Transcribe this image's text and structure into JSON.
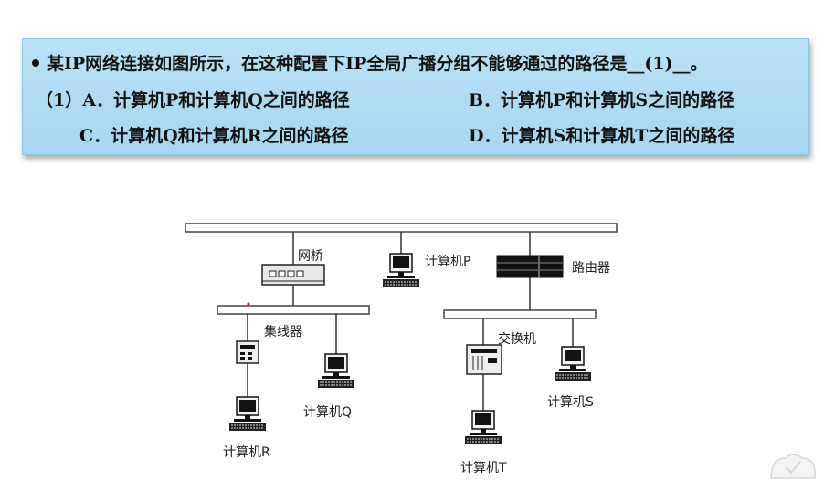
{
  "question": {
    "stem": "某IP网络连接如图所示，在这种配置下IP全局广播分组不能够通过的路径是__(1)__。",
    "options": [
      {
        "text": "（1）A．计算机P和计算机Q之间的路径"
      },
      {
        "text": "B．计算机P和计算机S之间的路径"
      },
      {
        "text": "C．计算机Q和计算机R之间的路径"
      },
      {
        "text": "D．计算机S和计算机T之间的路径"
      }
    ]
  },
  "diagram": {
    "bridge": "网桥",
    "router": "路由器",
    "hub": "集线器",
    "switch": "交换机",
    "pc_p": "计算机P",
    "pc_q": "计算机Q",
    "pc_r": "计算机R",
    "pc_s": "计算机S",
    "pc_t": "计算机T"
  }
}
